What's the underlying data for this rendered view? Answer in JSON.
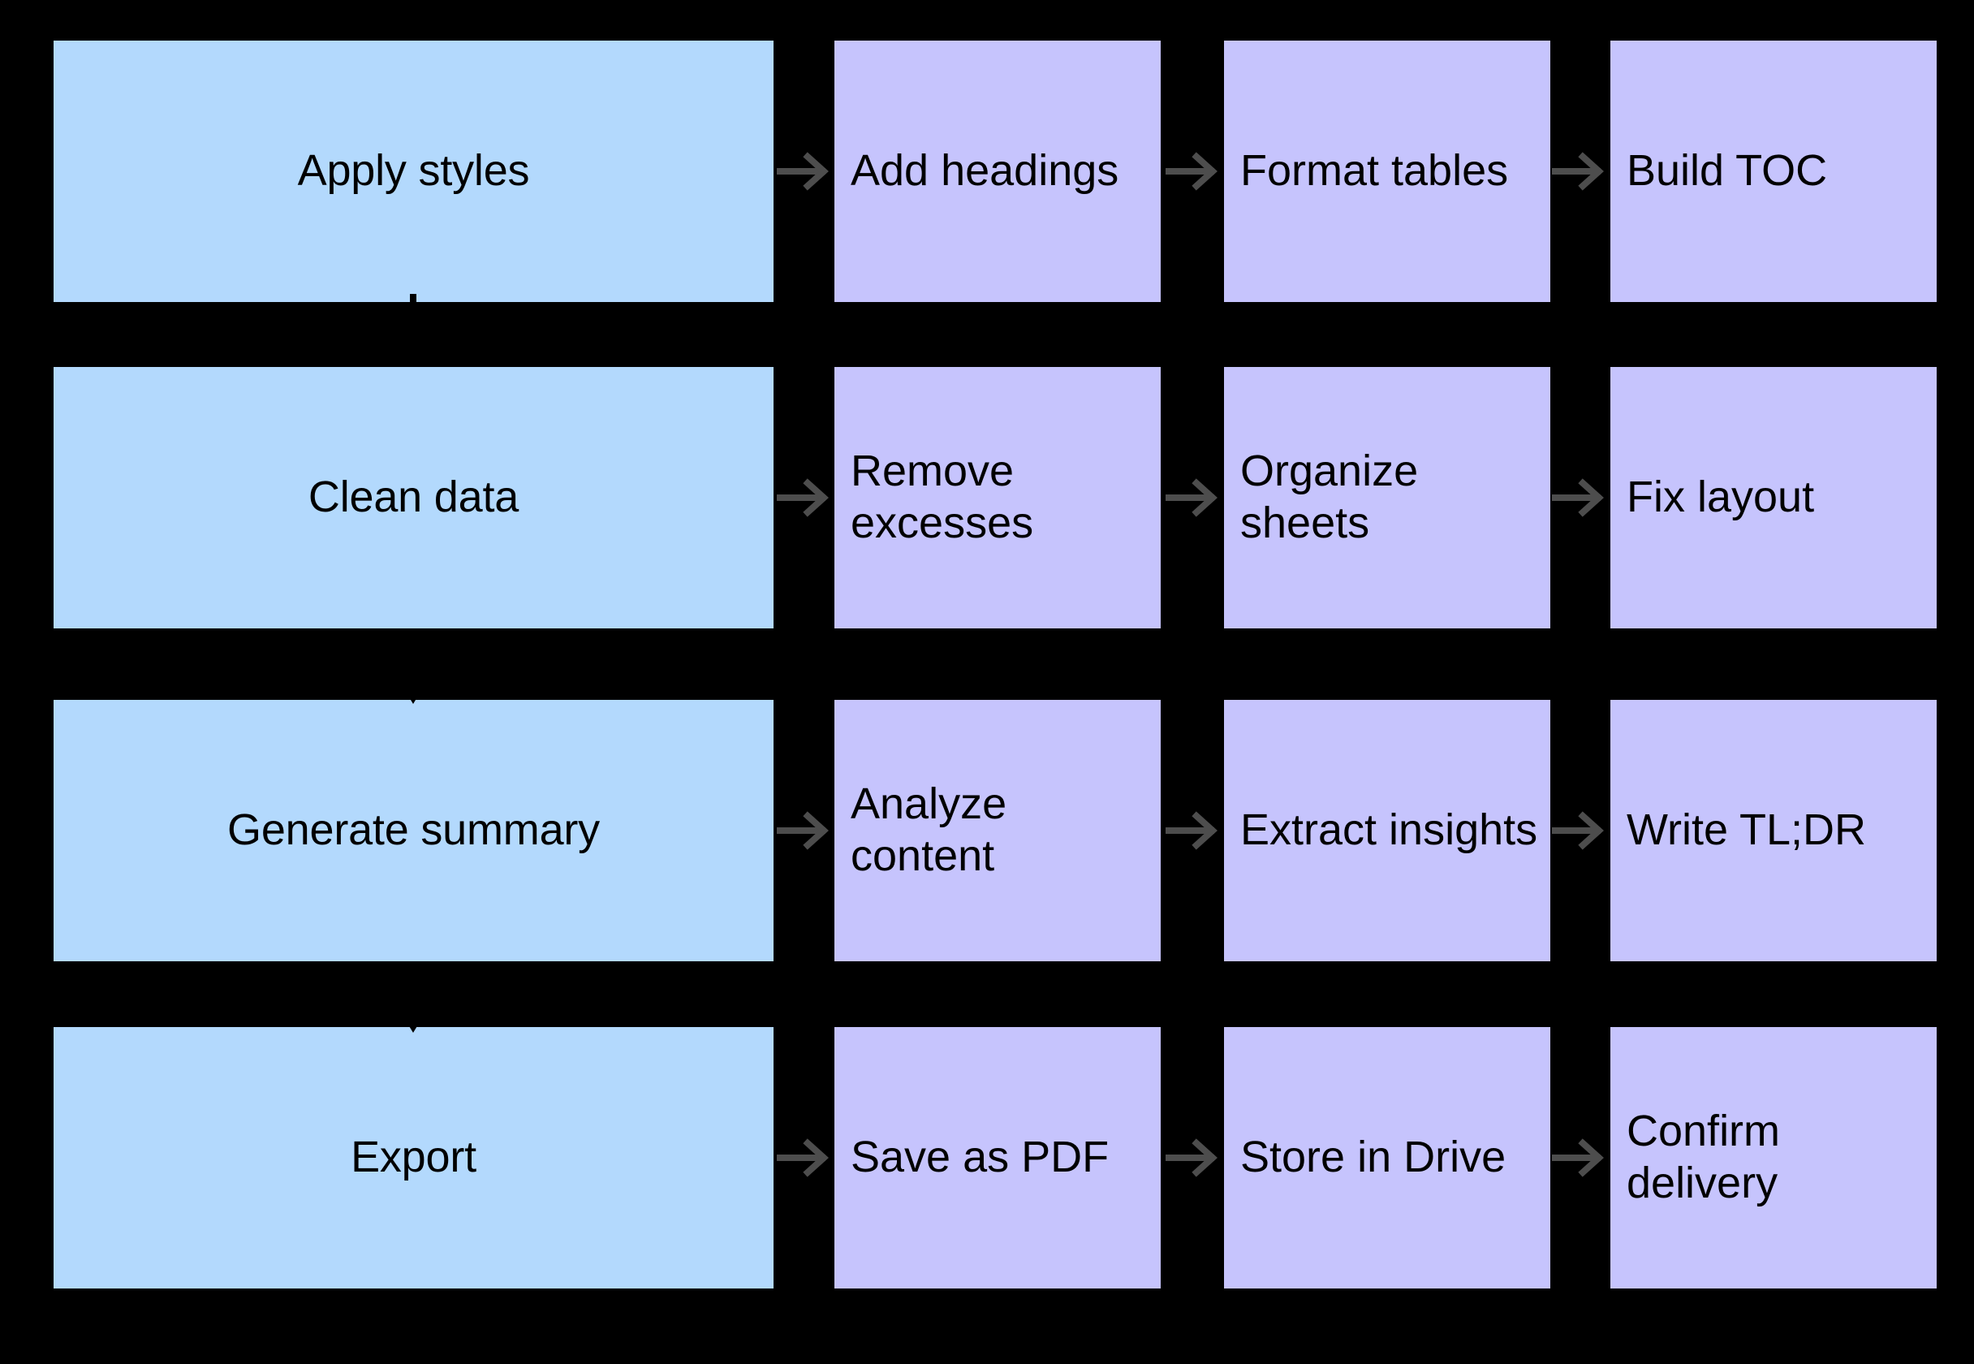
{
  "diagram": {
    "type": "process-flow-grid",
    "background_color": "#000000",
    "phase_color": "#b3d9fd",
    "step_color": "#c6c4fd",
    "arrow_color": "#4d4d4d",
    "text_color": "#000000",
    "rows": [
      {
        "phase": "Apply styles",
        "steps": [
          "Add headings",
          "Format tables",
          "Build TOC"
        ]
      },
      {
        "phase": "Clean data",
        "steps": [
          "Remove excesses",
          "Organize sheets",
          "Fix layout"
        ]
      },
      {
        "phase": "Generate summary",
        "steps": [
          "Analyze content",
          "Extract insights",
          "Write TL;DR"
        ]
      },
      {
        "phase": "Export",
        "steps": [
          "Save as PDF",
          "Store in Drive",
          "Confirm delivery"
        ]
      }
    ],
    "icons": {
      "right_arrow": "arrow-right-icon",
      "down_arrow": "arrow-down-icon"
    }
  }
}
